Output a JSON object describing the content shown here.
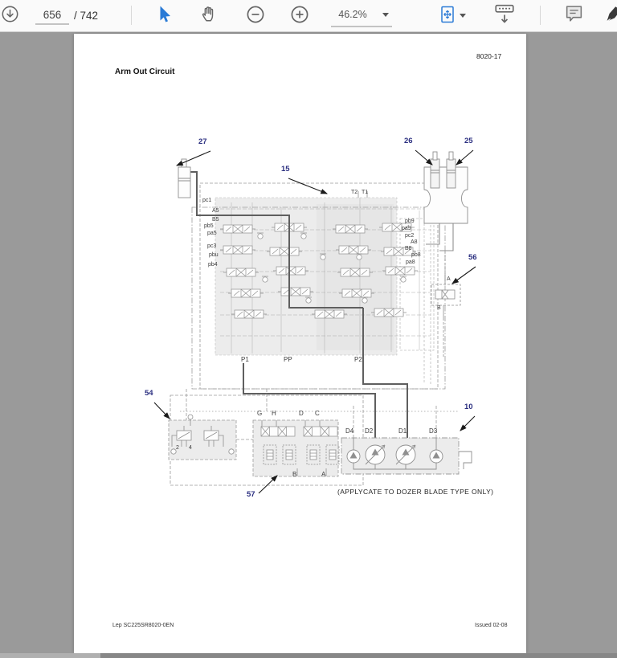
{
  "toolbar": {
    "page_current": "656",
    "page_total_label": "/ 742",
    "zoom_value": "46.2%",
    "icon_names": [
      "download-circle",
      "selection-arrow",
      "hand-pan",
      "zoom-out",
      "zoom-in",
      "zoom-dropdown-caret",
      "fit-page",
      "fit-page-caret",
      "scroll-mode",
      "comment-bubble",
      "fill-sign-pen"
    ]
  },
  "colors": {
    "accent_blue": "#2b7bd6",
    "viewer_background": "#9a9a9a",
    "callout_navy": "#2b2f80"
  },
  "document": {
    "page_ref": "8020-17",
    "title": "Arm Out Circuit",
    "note": "(APPLYCATE TO DOZER BLADE TYPE ONLY)",
    "footer_left": "Lep SC225SR8020-0EN",
    "footer_right": "Issued 02-08"
  },
  "diagram": {
    "callouts": {
      "c27": "27",
      "c15": "15",
      "c26": "26",
      "c25": "25",
      "c56": "56",
      "c54": "54",
      "c57": "57",
      "c10": "10"
    },
    "ports_left": {
      "pc1": "pc1",
      "a5": "A5",
      "b5": "B5",
      "pb5": "pb5",
      "pa5": "pa5",
      "pc3": "pc3",
      "pbu": "pbu",
      "pb4": "pb4"
    },
    "ports_right": {
      "pb9": "pb9",
      "pa9": "pa9",
      "pc2": "pc2",
      "a8": "A8",
      "b8": "B8",
      "pb8": "pb8",
      "pa8": "pa8"
    },
    "ports_bottom": {
      "p1": "P1",
      "pp": "PP",
      "p2": "P2"
    },
    "tank_ports": {
      "t2": "T2",
      "t1": "T1"
    },
    "pumps": {
      "d4": "D4",
      "d2": "D2",
      "d1": "D1",
      "d3": "D3"
    },
    "valve57_ports_top": {
      "g": "G",
      "h": "H",
      "d": "D",
      "c": "C"
    },
    "valve57_ports_bottom": {
      "b": "B",
      "a": "A"
    },
    "valve56_ports": {
      "a": "A",
      "b": "B"
    },
    "valve54_ports": {
      "p2": "2",
      "p4": "4"
    }
  }
}
